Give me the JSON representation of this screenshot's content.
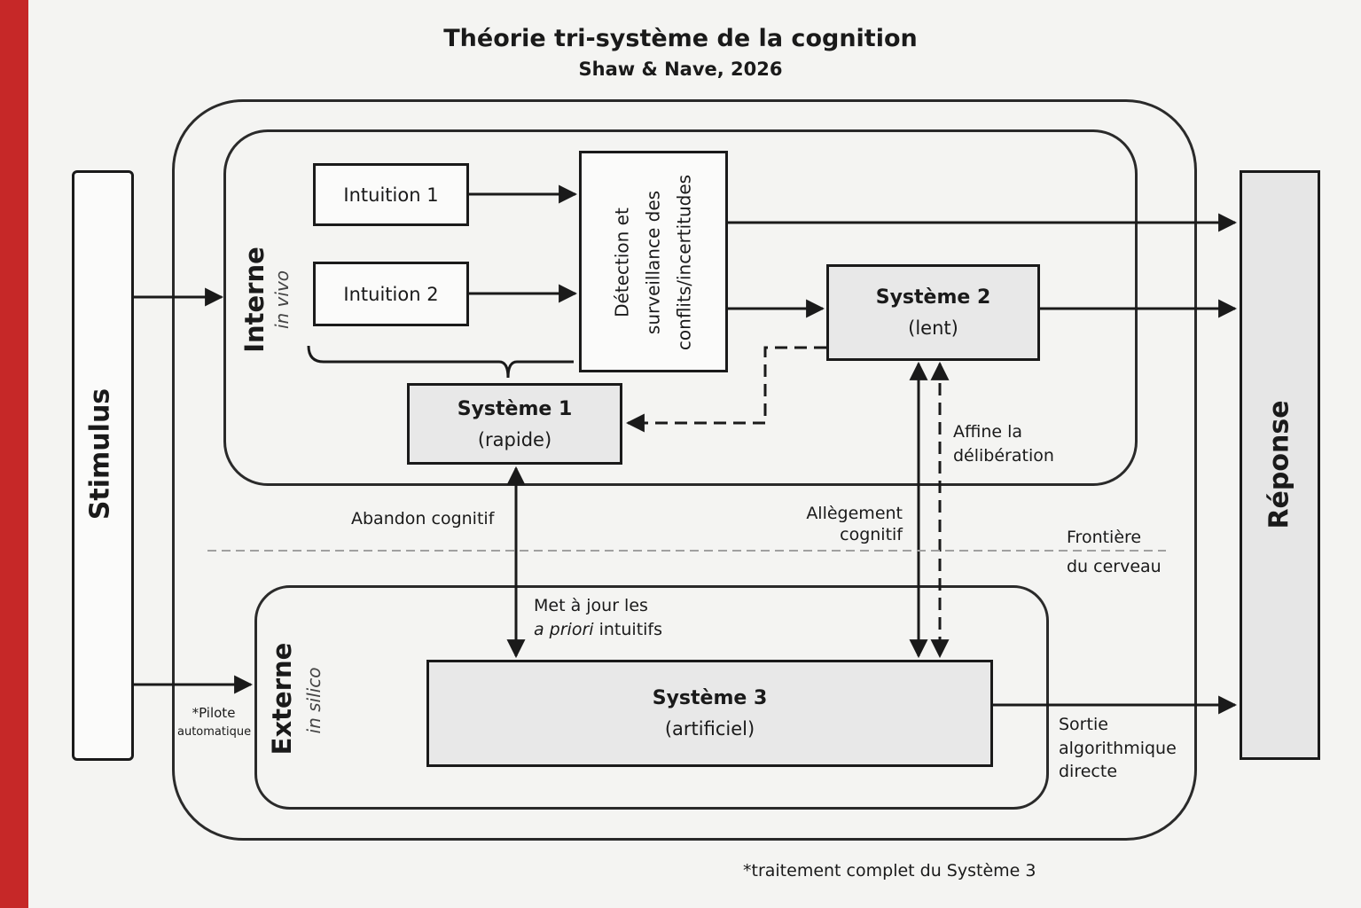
{
  "title": "Théorie tri-système de la cognition",
  "subtitle": "Shaw & Nave, 2026",
  "stimulus": "Stimulus",
  "response": "Réponse",
  "internal": {
    "label": "Interne",
    "sub": "in vivo"
  },
  "external": {
    "label": "Externe",
    "sub": "in silico"
  },
  "intuition1": "Intuition 1",
  "intuition2": "Intuition 2",
  "detection": {
    "line1": "Détection et",
    "line2": "surveillance des",
    "line3": "conflits/incertitudes"
  },
  "system1": {
    "name": "Système 1",
    "desc": "(rapide)"
  },
  "system2": {
    "name": "Système 2",
    "desc": "(lent)"
  },
  "system3": {
    "name": "Système 3",
    "desc": "(artificiel)"
  },
  "labels": {
    "cognitive_surrender": "Abandon cognitif",
    "cognitive_offloading": [
      "Allègement",
      "cognitif"
    ],
    "refine": [
      "Affine la",
      "délibération"
    ],
    "brain_boundary": [
      "Frontière",
      "du cerveau"
    ],
    "update_priors": [
      "Met à jour les",
      "a priori",
      " intuitifs"
    ],
    "autopilot": [
      "*Pilote",
      "automatique"
    ],
    "direct_output": [
      "Sortie",
      "algorithmique",
      "directe"
    ],
    "footnote": "*traitement complet du Système 3"
  },
  "colors": {
    "accent_bar": "#c62828",
    "box_fill": "#e8e8e8",
    "stroke": "#1a1a1a"
  }
}
